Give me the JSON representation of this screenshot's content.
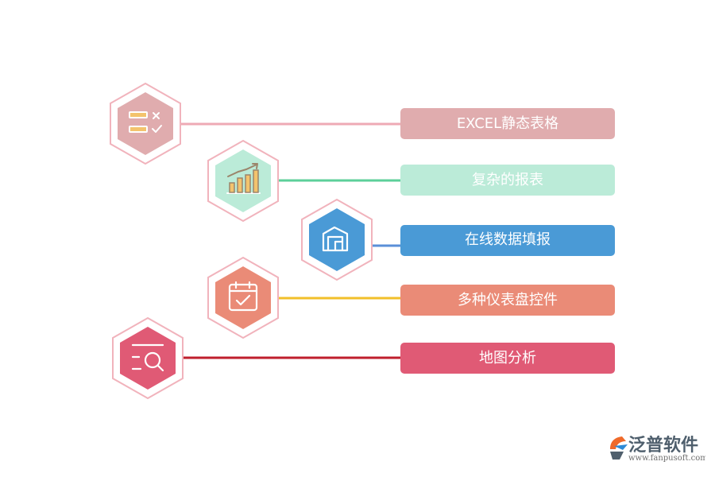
{
  "diagram": {
    "items": [
      {
        "label": "EXCEL静态表格",
        "icon": "checklist-icon",
        "color": "#e0acae",
        "line_color": "#eeaab5"
      },
      {
        "label": "复杂的报表",
        "icon": "bar-chart-icon",
        "color": "#bbebd8",
        "line_color": "#5ccf9a"
      },
      {
        "label": "在线数据填报",
        "icon": "warehouse-icon",
        "color": "#4a9ad6",
        "line_color": "#5a8fd8"
      },
      {
        "label": "多种仪表盘控件",
        "icon": "calendar-check-icon",
        "color": "#ea8b77",
        "line_color": "#f2bf2a"
      },
      {
        "label": "地图分析",
        "icon": "search-list-icon",
        "color": "#e05a75",
        "line_color": "#bf1f2d"
      }
    ]
  },
  "brand": {
    "name": "泛普软件",
    "url": "www.fanpusoft.com",
    "logo_icon": "fanpu-logo-icon",
    "accent": "#ef6a2a"
  }
}
